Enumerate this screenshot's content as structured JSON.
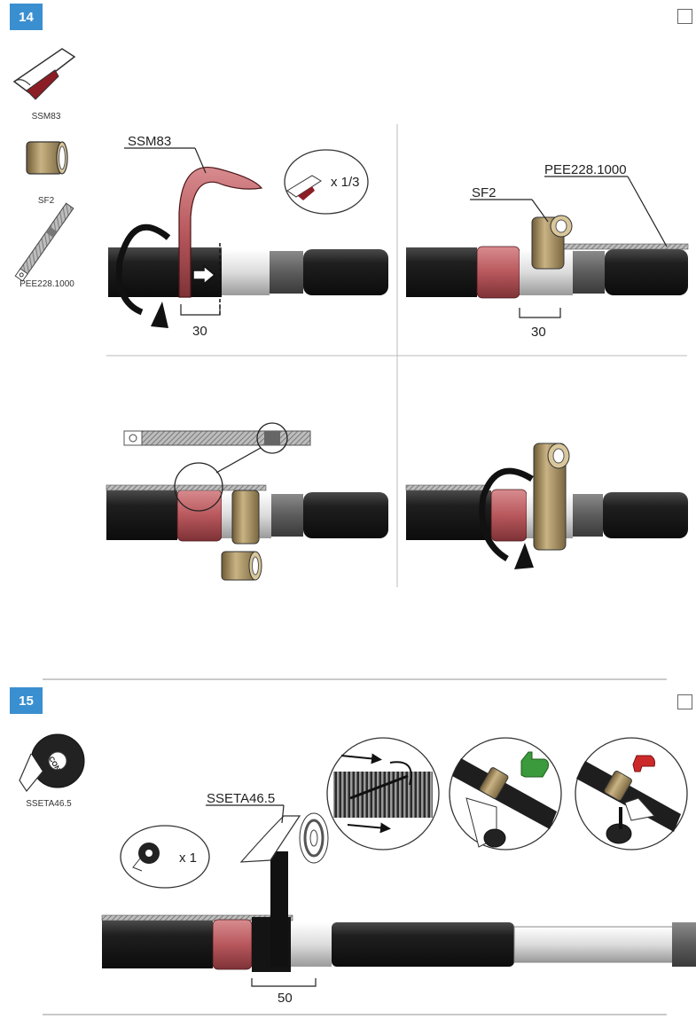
{
  "step14": {
    "number": "14",
    "parts": [
      {
        "label": "SSM83",
        "icon": "ssm83-tape-icon"
      },
      {
        "label": "SF2",
        "icon": "sf2-sleeve-icon"
      },
      {
        "label": "PEE228.1000",
        "icon": "pee-braid-icon"
      }
    ],
    "panel_a": {
      "callout": "SSM83",
      "quantity": "x 1/3",
      "dimension": "30"
    },
    "panel_b": {
      "callout_sf2": "SF2",
      "callout_pee": "PEE228.1000",
      "dimension": "30"
    }
  },
  "step15": {
    "number": "15",
    "parts": [
      {
        "label": "SSETA46.5",
        "icon": "semicond-tape-roll-icon",
        "roll_text": "SEMI COND"
      }
    ],
    "callout": "SSETA46.5",
    "quantity": "x 1",
    "dimension": "50"
  },
  "colors": {
    "badge": "#3a8fd0",
    "cable": "#1d1d1d",
    "tape_red": "#b8585d",
    "sleeve_gold": "#a38b5e",
    "thumbs_up": "#3b9a3b",
    "thumbs_down": "#cc2a2a"
  }
}
